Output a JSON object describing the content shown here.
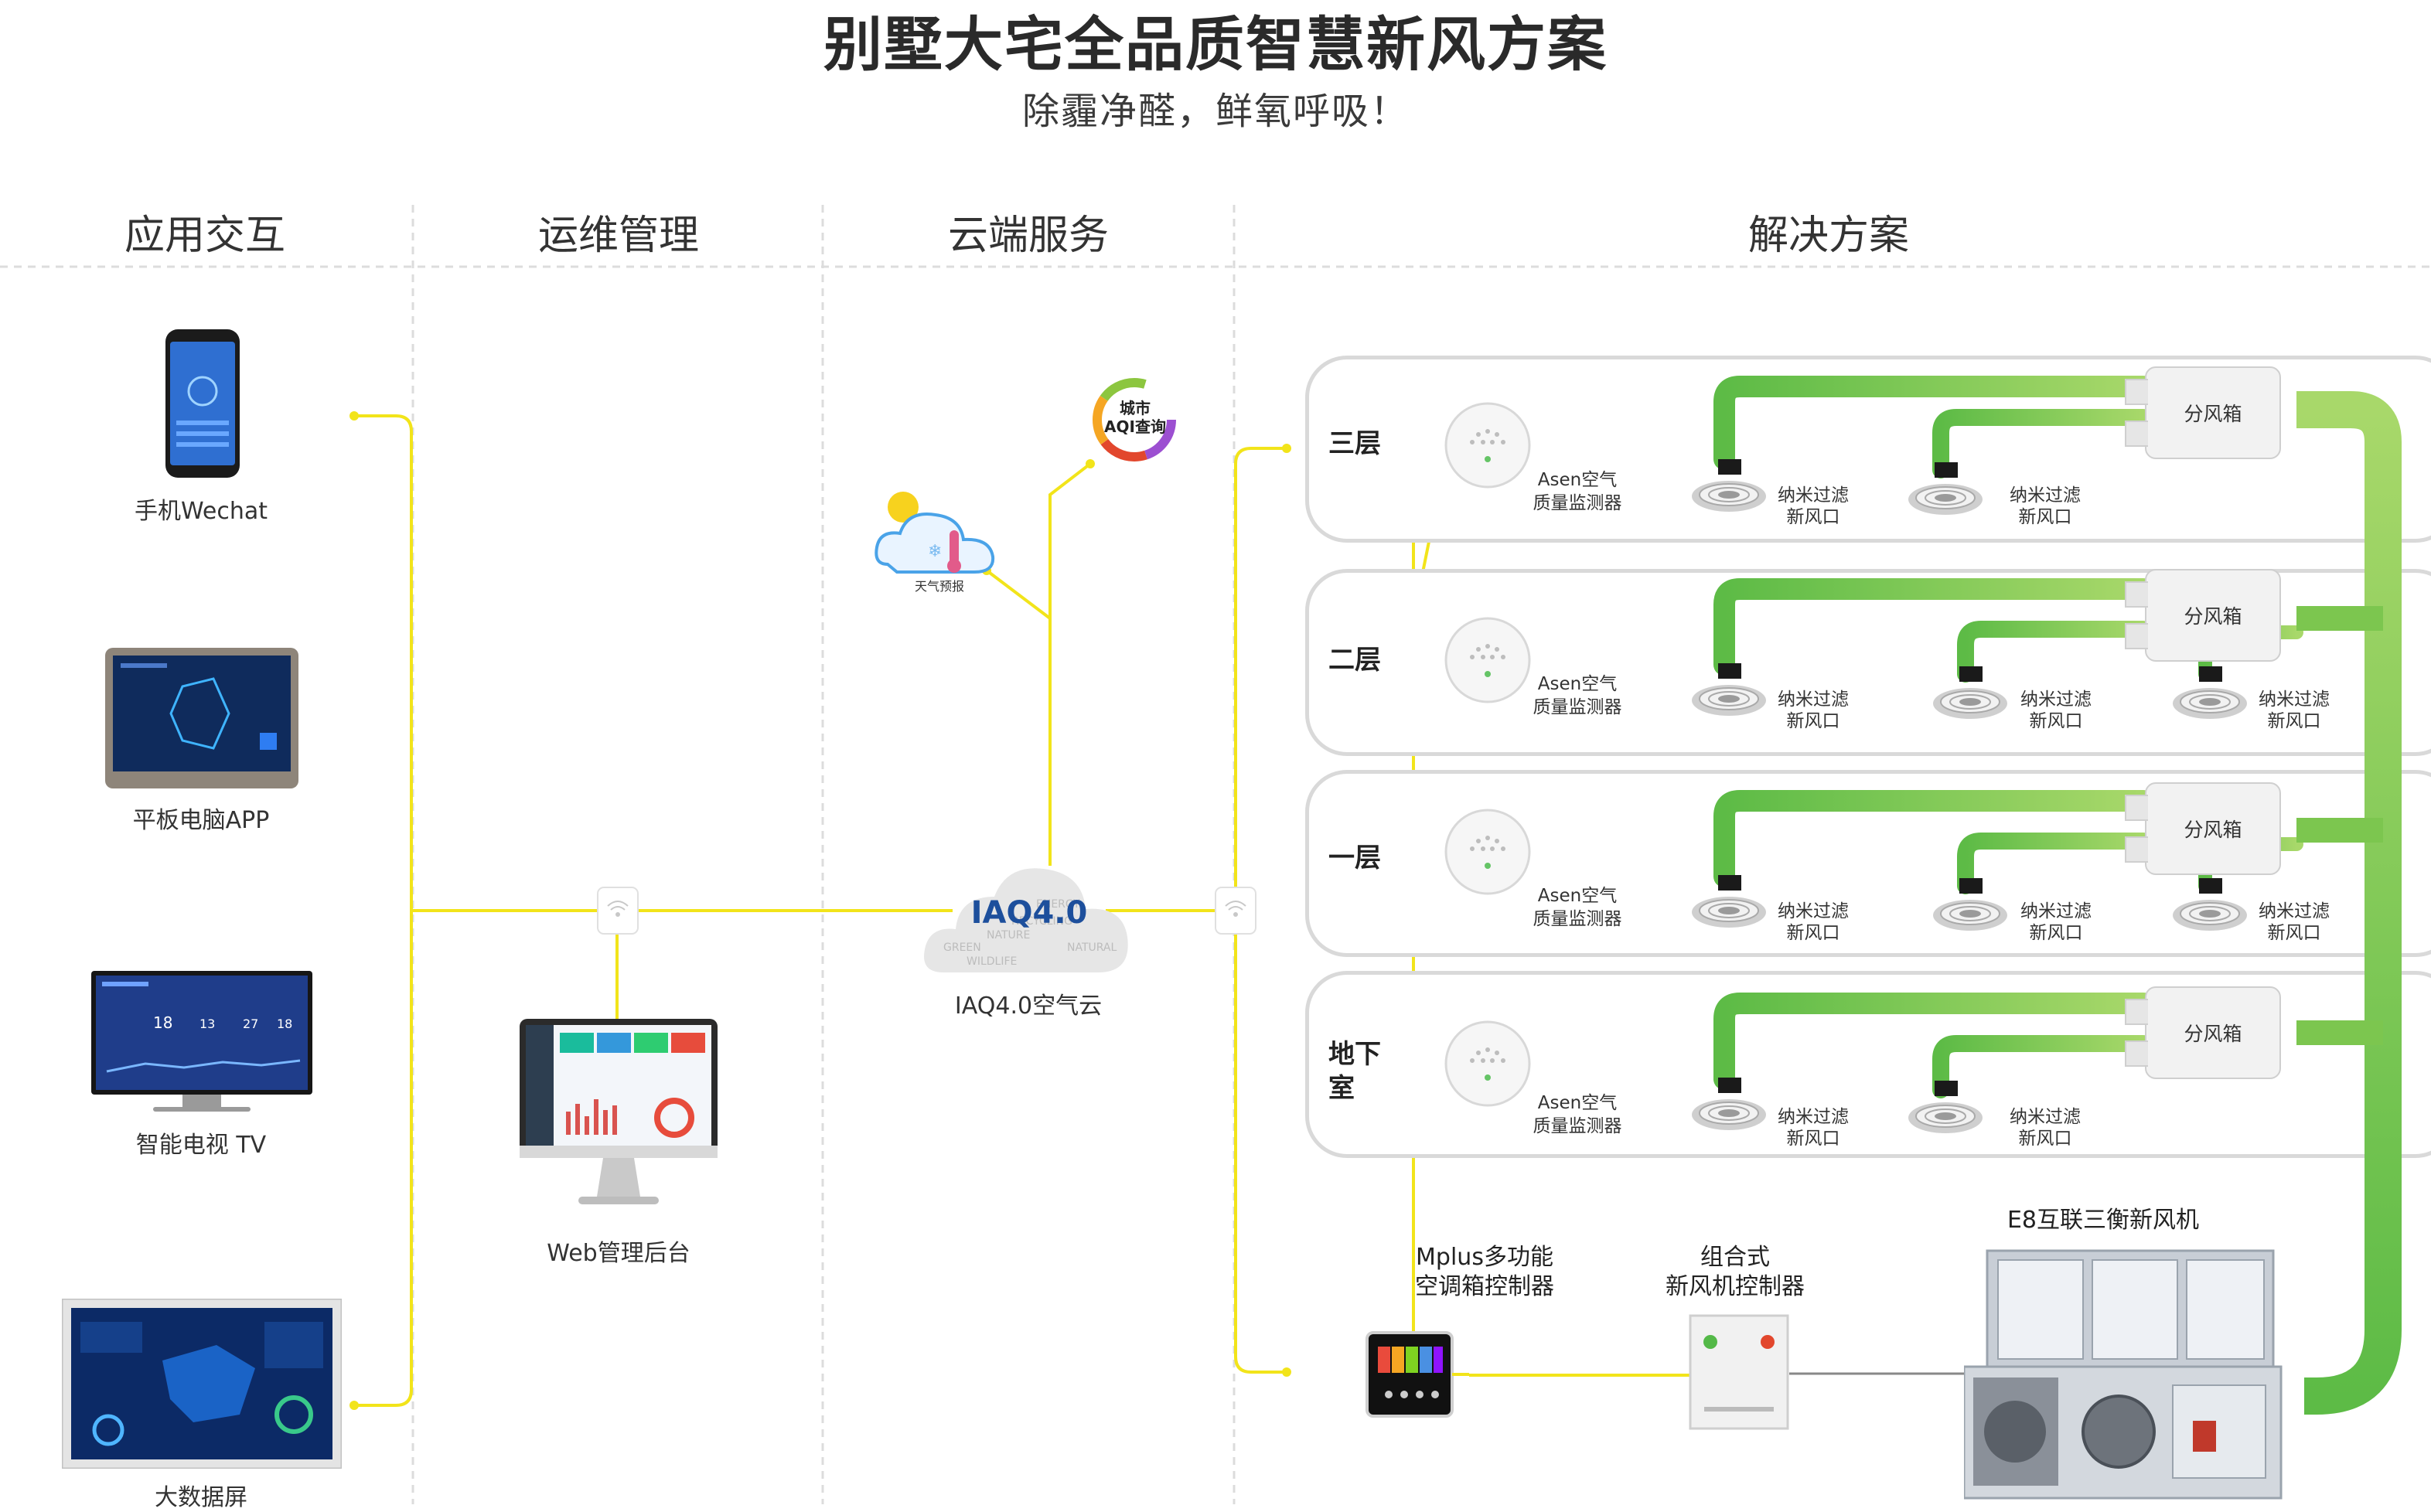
{
  "title": "别墅大宅全品质智慧新风方案",
  "subtitle": "除霾净醛，鲜氧呼吸！",
  "columns": [
    "应用交互",
    "运维管理",
    "云端服务",
    "解决方案"
  ],
  "apps": [
    {
      "label": "手机Wechat"
    },
    {
      "label": "平板电脑APP"
    },
    {
      "label": "智能电视 TV"
    },
    {
      "label": "大数据屏"
    }
  ],
  "ops": {
    "label": "Web管理后台"
  },
  "cloud": {
    "label": "IAQ4.0空气云",
    "logo": "IAQ4.0",
    "weather_label": "天气预报",
    "aqi_line1": "城市",
    "aqi_line2": "AQI查询"
  },
  "floors": [
    {
      "name": "三层",
      "sensor_line1": "Asen空气",
      "sensor_line2": "质量监测器",
      "vents": 2,
      "box_label": "分风箱"
    },
    {
      "name": "二层",
      "sensor_line1": "Asen空气",
      "sensor_line2": "质量监测器",
      "vents": 3,
      "box_label": "分风箱"
    },
    {
      "name": "一层",
      "sensor_line1": "Asen空气",
      "sensor_line2": "质量监测器",
      "vents": 3,
      "box_label": "分风箱"
    },
    {
      "name": "地下室",
      "name_line1": "地下",
      "name_line2": "室",
      "sensor_line1": "Asen空气",
      "sensor_line2": "质量监测器",
      "vents": 2,
      "box_label": "分风箱"
    }
  ],
  "vent_label_line1": "纳米过滤",
  "vent_label_line2": "新风口",
  "controller": {
    "line1": "Mplus多功能",
    "line2": "空调箱控制器"
  },
  "combo_controller": {
    "line1": "组合式",
    "line2": "新风机控制器"
  },
  "fresh_air_unit": {
    "label": "E8互联三衡新风机"
  },
  "colors": {
    "yellow_line": "#f2e41a",
    "green_duct": "#5dbb46",
    "green_light": "#a8d86a"
  }
}
